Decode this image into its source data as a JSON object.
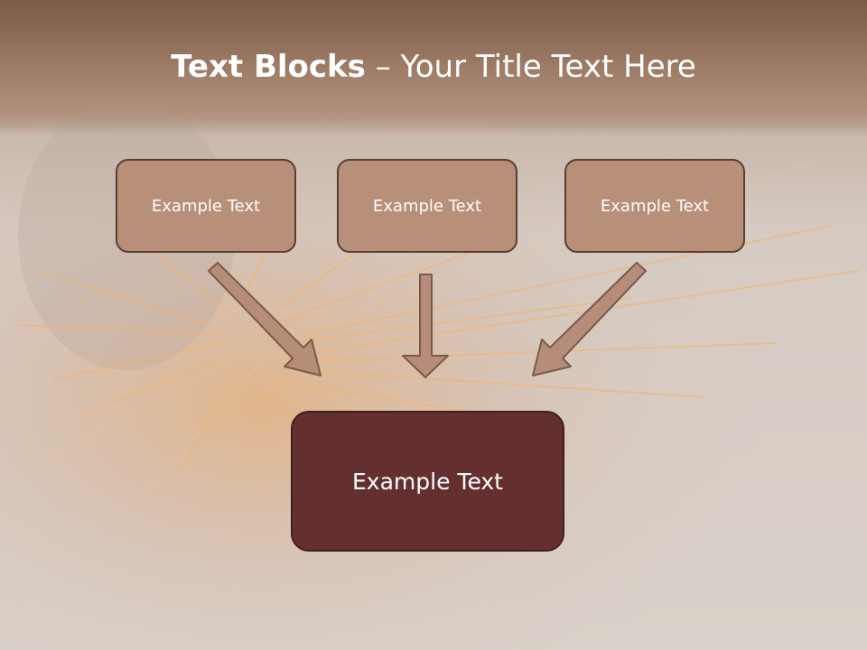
{
  "slide": {
    "title_bold": "Text Blocks",
    "title_rest": " – Your Title Text Here"
  },
  "boxes": {
    "top": [
      {
        "label": "Example Text"
      },
      {
        "label": "Example Text"
      },
      {
        "label": "Example Text"
      }
    ],
    "main": {
      "label": "Example Text"
    }
  },
  "colors": {
    "top_box_fill": "#b88f79",
    "main_box_fill": "#642f2f",
    "arrow_fill": "#b58d78",
    "border": "#5a3e33"
  }
}
